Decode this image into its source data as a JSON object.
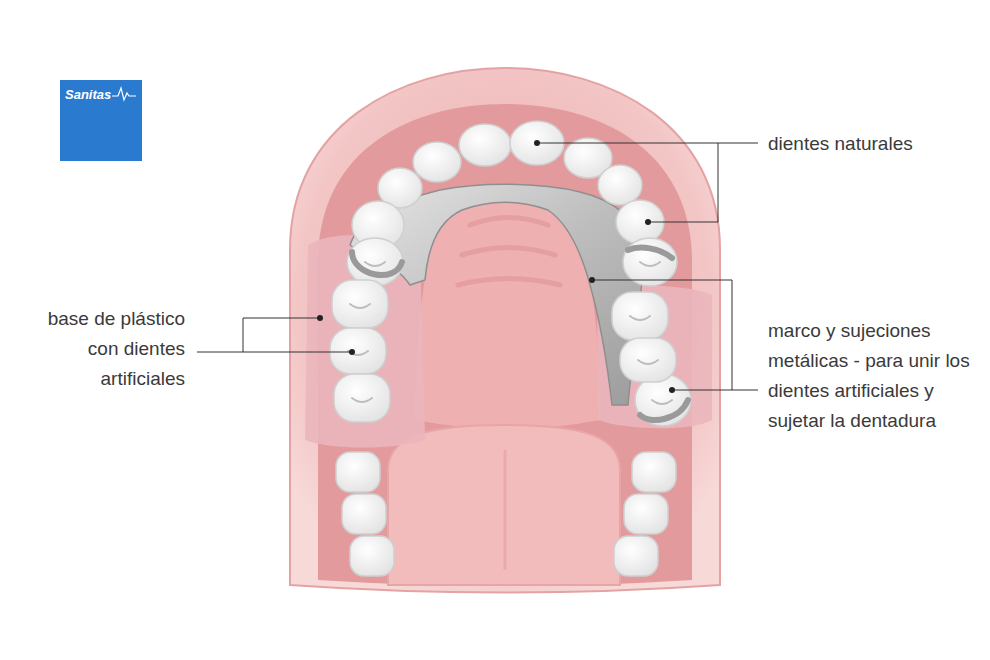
{
  "diagram": {
    "nodes": [
      {
        "text": [
          "Sanitas"
        ]
      }
    ],
    "labels": [
      "dientes naturales",
      "base de plástico con dientes artificiales",
      "marco y sujeciones metálicas - para unir los dientes artificiales y sujetar la dentadura"
    ]
  }
}
